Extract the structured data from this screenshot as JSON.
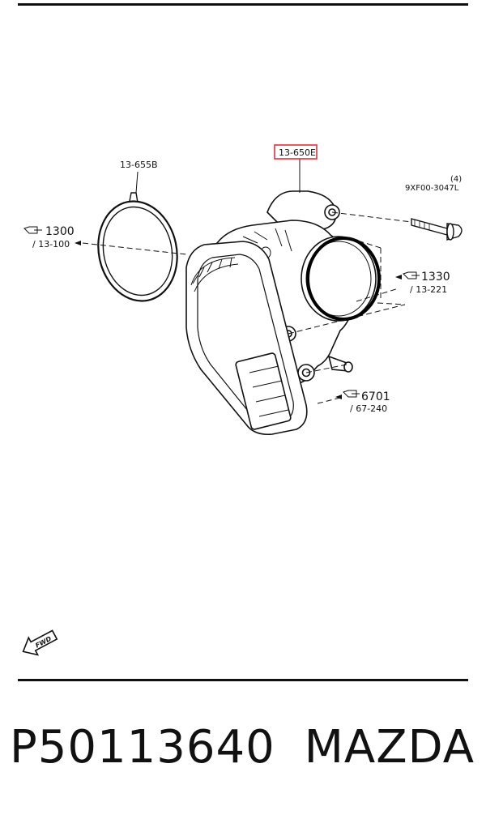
{
  "diagram": {
    "callouts": {
      "gasket": "13-655B",
      "throttle_body": "13-650E",
      "bolt_qty": "(4)",
      "bolt": "9XF00-3047L",
      "ref_left_num": "1300",
      "ref_left_sub": "/ 13-100",
      "ref_right_num": "1330",
      "ref_right_sub": "/ 13-221",
      "ref_bottom_num": "6701",
      "ref_bottom_sub": "/ 67-240"
    },
    "highlight_color": "#e0303a",
    "direction_marker": "FWD"
  },
  "footer": {
    "part_number": "P50113640",
    "brand": "MAZDA"
  }
}
